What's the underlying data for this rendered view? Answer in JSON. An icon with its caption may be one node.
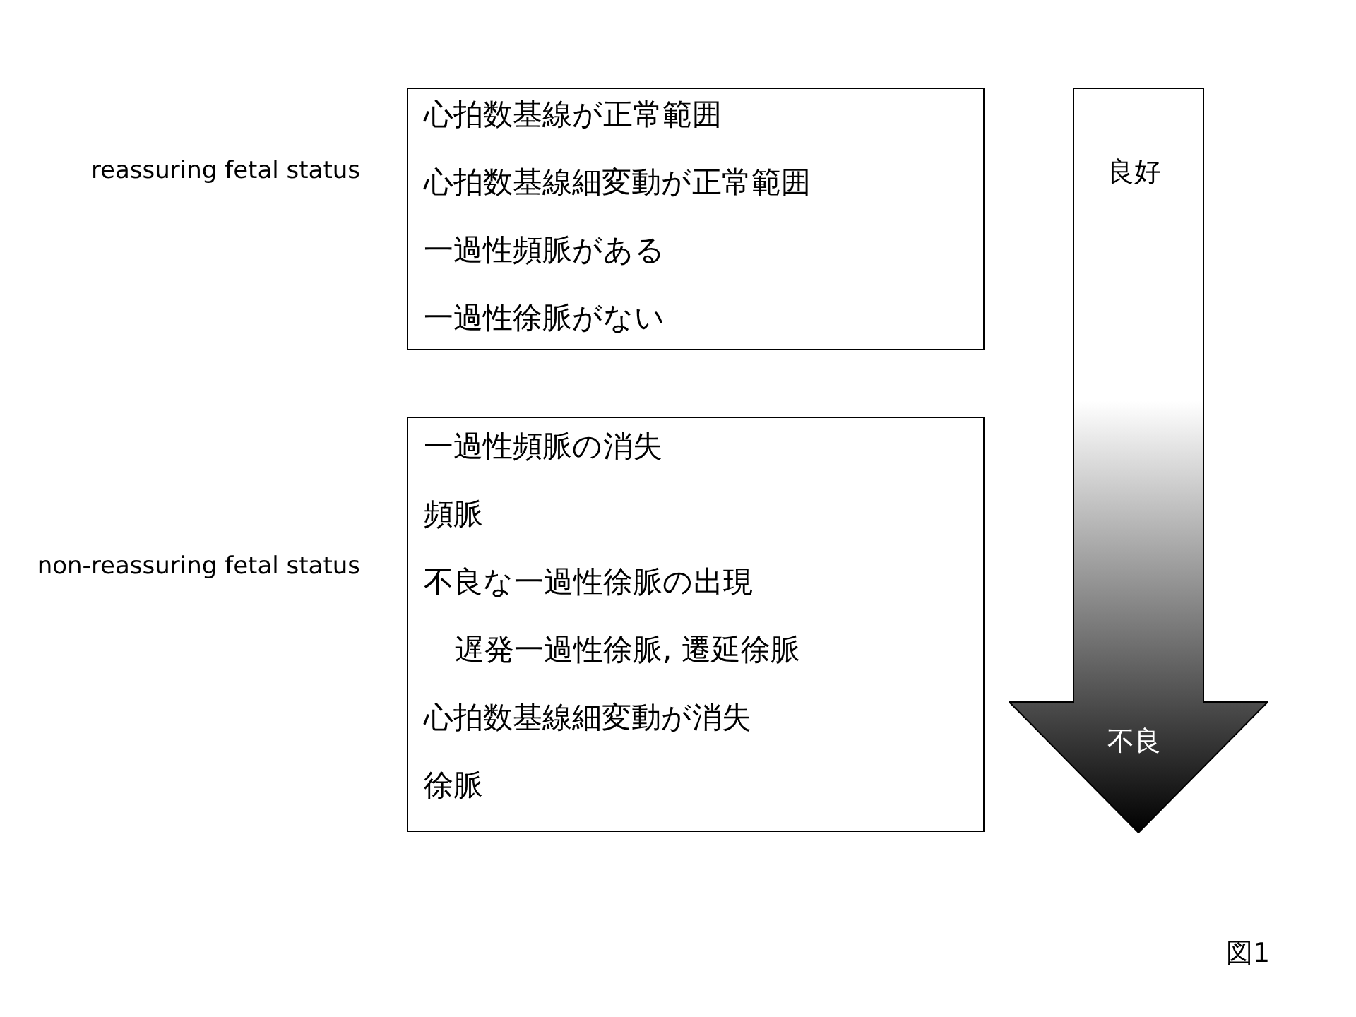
{
  "diagram": {
    "nodes": [
      {
        "text": [
          "心拍数基線が正常範囲",
          "心拍数基線細変動が正常範囲",
          "一過性頻脈がある",
          "一過性徐脈がない"
        ],
        "beside": [
          "reassuring fetal status"
        ]
      },
      {
        "text": [
          "一過性頻脈の消失",
          "頻脈",
          "不良な一過性徐脈の出現",
          "遅発一過性徐脈, 遷延徐脈",
          "心拍数基線細変動が消失",
          "徐脈"
        ],
        "beside": [
          "non-reassuring fetal status"
        ]
      },
      {
        "text": [
          "良好",
          "不良"
        ]
      }
    ],
    "edges": [],
    "labels": [
      "図1"
    ]
  }
}
